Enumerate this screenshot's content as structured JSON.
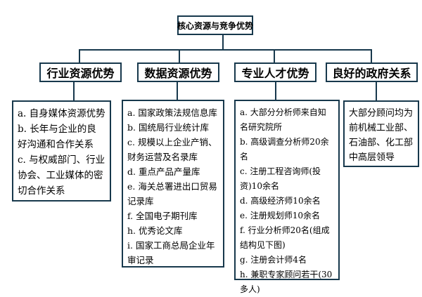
{
  "colors": {
    "line": "#17384C",
    "text": "#000000",
    "background": "#FFFFFF"
  },
  "chart": {
    "root_label": "核心资源与竞争优势",
    "branches": [
      {
        "label": "行业资源优势",
        "items": [
          "a. 自身媒体资源优势",
          "b. 长年与企业的良好沟通和合作关系",
          "c. 与权威部门、行业协会、工业媒体的密切合作关系"
        ]
      },
      {
        "label": "数据资源优势",
        "items": [
          "a. 国家政策法规信息库",
          "b. 国统局行业统计库",
          "c. 规模以上企业产销、财务运营及名录库",
          "d. 重点产品产量库",
          "e. 海关总署进出口贸易记录库",
          "f. 全国电子期刊库",
          "h. 优秀论文库",
          "i. 国家工商总局企业年审记录"
        ]
      },
      {
        "label": "专业人才优势",
        "items": [
          "a. 大部分分析师来自知名研究院所",
          "b. 高级调查分析师20余名",
          "c. 注册工程咨询师(投资)10余名",
          "d. 高级经济师10余名",
          "e. 注册规划师10余名",
          "f. 行业分析师20名(组成结构见下图)",
          "g. 注册会计师4名",
          "h. 兼职专家顾问若干(30多人)"
        ]
      },
      {
        "label": "良好的政府关系",
        "items": [
          "大部分顾问均为前机械工业部、石油部、化工部中高层领导"
        ]
      }
    ]
  }
}
